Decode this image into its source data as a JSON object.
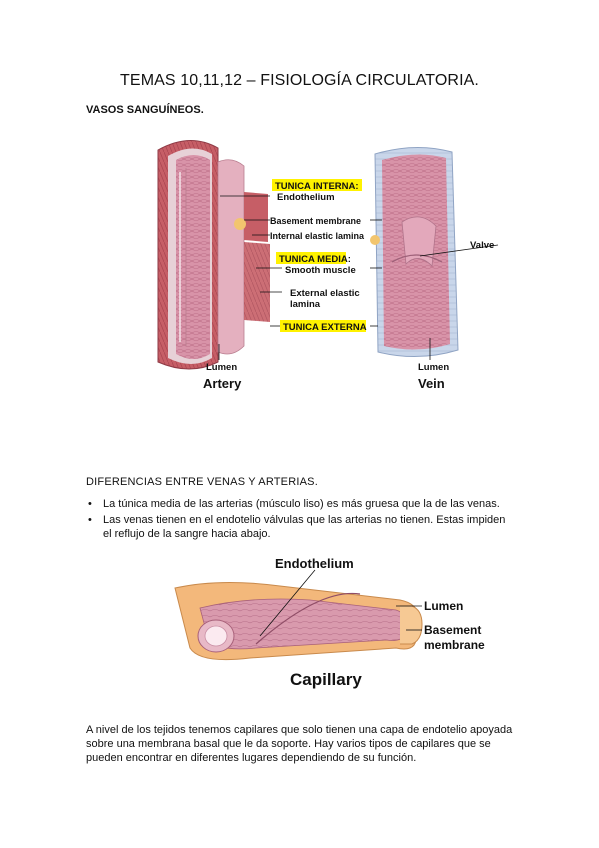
{
  "header": {
    "title": "TEMAS 10,11,12 – FISIOLOGÍA CIRCULATORIA.",
    "subtitle": "VASOS SANGUÍNEOS."
  },
  "vessel_figure": {
    "labels": {
      "tunica_interna": "TUNICA INTERNA:",
      "endothelium": "Endothelium",
      "basement_membrane": "Basement membrane",
      "internal_elastic_lamina": "Internal elastic lamina",
      "tunica_media": "TUNICA MEDIA:",
      "smooth_muscle": "Smooth muscle",
      "external_elastic_1": "External elastic",
      "external_elastic_2": "lamina",
      "tunica_externa": "TUNICA EXTERNA",
      "valve": "Valve",
      "lumen_artery": "Lumen",
      "lumen_vein": "Lumen",
      "artery": "Artery",
      "vein": "Vein"
    },
    "colors": {
      "highlight": "#fff200",
      "tissue_pink": "#d98ea6",
      "muscle_red": "#c0575d",
      "vein_blue": "#b7c8e0"
    }
  },
  "differences": {
    "heading": "DIFERENCIAS ENTRE VENAS Y ARTERIAS.",
    "bullets": [
      "La túnica media de las arterias (músculo liso) es más gruesa que la de las venas.",
      "Las venas tienen en el endotelio válvulas que las arterias no tienen. Estas impiden el reflujo de la sangre hacia abajo."
    ]
  },
  "capillary_figure": {
    "labels": {
      "endothelium": "Endothelium",
      "lumen": "Lumen",
      "basement_1": "Basement",
      "basement_2": "membrane",
      "capillary": "Capillary"
    }
  },
  "paragraph": "A nivel de los tejidos tenemos capilares que solo tienen una capa de endotelio apoyada sobre una membrana basal que le da soporte. Hay varios tipos de capilares que se pueden encontrar en diferentes lugares dependiendo de su función."
}
